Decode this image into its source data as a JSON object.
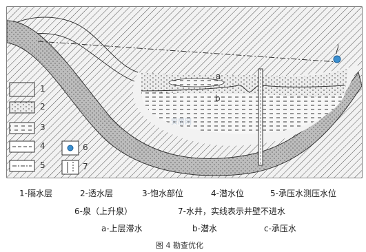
{
  "diagram": {
    "legend_numbers": [
      "1",
      "2",
      "3",
      "4",
      "5",
      "6",
      "7"
    ],
    "zone_labels": {
      "a": "a",
      "b": "b"
    },
    "watermark": "安居网"
  },
  "captions": {
    "line1": [
      "1-隔水层",
      "2-透水层",
      "3-饱水部位",
      "4-潜水位",
      "5-承压水测压水位"
    ],
    "line2": [
      "6-泉（上升泉）",
      "7-水井，实线表示井壁不进水"
    ],
    "line3": [
      "a-上层滞水",
      "b-潜水",
      "c-承压水"
    ]
  },
  "figure_caption": "图 4 勘查优化",
  "colors": {
    "hatch": "#4a4a4a",
    "permeable_band": "#b8b8b8",
    "background": "#e8e8e8",
    "spring": "#3a8fd0",
    "border": "#333333"
  }
}
